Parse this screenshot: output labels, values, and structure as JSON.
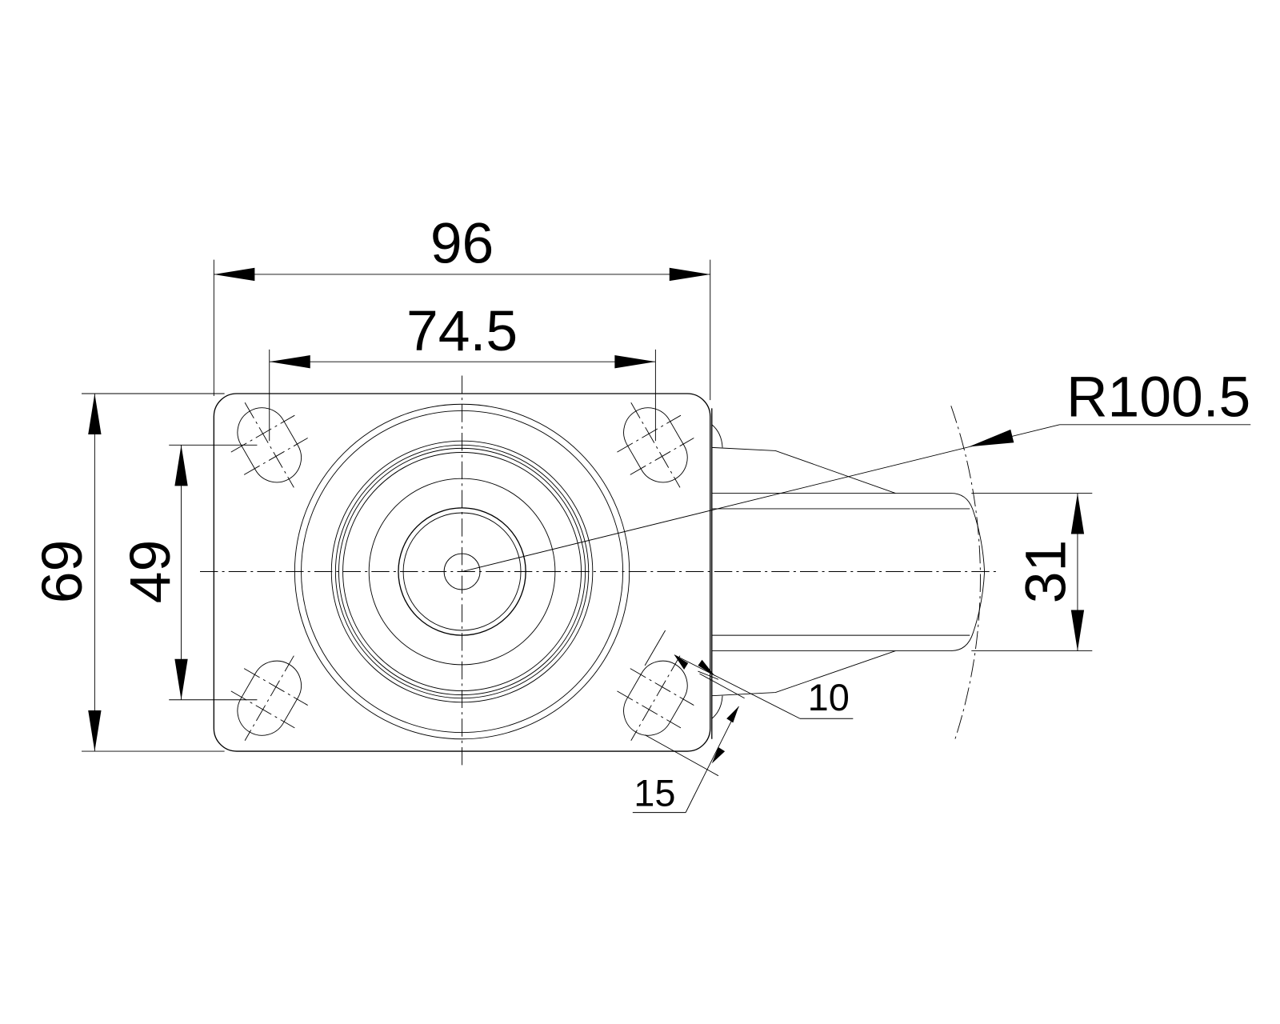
{
  "drawing": {
    "title": "Swivel caster top plate and side view",
    "dimensions": {
      "plate_width": "96",
      "hole_spacing_x": "74.5",
      "plate_height": "69",
      "hole_spacing_y": "49",
      "wheel_width": "31",
      "swivel_radius": "R100.5",
      "slot_width": "10",
      "slot_length": "15"
    },
    "line_color": "#000000",
    "background": "#ffffff"
  }
}
